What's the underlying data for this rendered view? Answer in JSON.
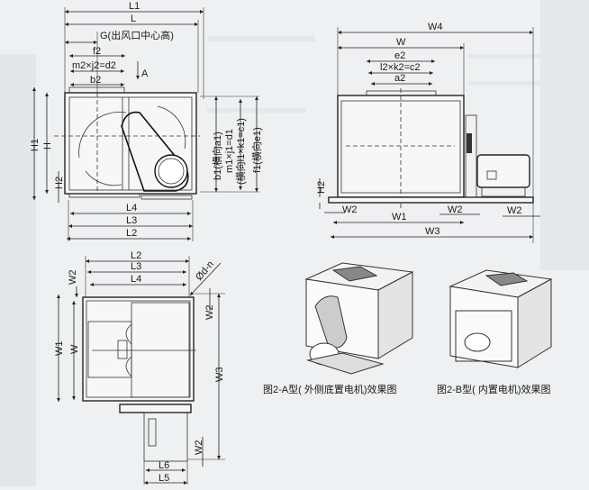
{
  "front_view": {
    "dims": {
      "L1": "L1",
      "L": "L",
      "G": "G(出风口中心高)",
      "f2": "f2",
      "d2": "m2×j2=d2",
      "b2": "b2",
      "A": "A",
      "H1": "H1",
      "H": "H",
      "H2": "H2",
      "b1": "b1(横向a1)",
      "d1": "m1×j1=d1",
      "c1": "(横向l1×k1=c1)",
      "f1": "f1(横向e1)",
      "L4": "L4",
      "L3": "L3",
      "L2": "L2"
    }
  },
  "side_view": {
    "dims": {
      "W4": "W4",
      "W": "W",
      "e2": "e2",
      "c2": "l2×k2=c2",
      "a2": "a2",
      "H2": "H2",
      "W2_left": "W2",
      "W2_mid": "W2",
      "W2_right": "W2",
      "W1": "W1",
      "W3": "W3"
    }
  },
  "top_view": {
    "dims": {
      "L2": "L2",
      "L3": "L3",
      "L4": "L4",
      "dn": "Ød-n",
      "W2_top": "W2",
      "W1": "W1",
      "W": "W",
      "W2_right": "W2",
      "W3": "W3",
      "W2_bottom": "W2",
      "L6": "L6",
      "L5": "L5"
    }
  },
  "renders": {
    "caption_a": "图2-A型( 外侧底置电机)效果图",
    "caption_b": "图2-B型( 内置电机)效果图"
  }
}
